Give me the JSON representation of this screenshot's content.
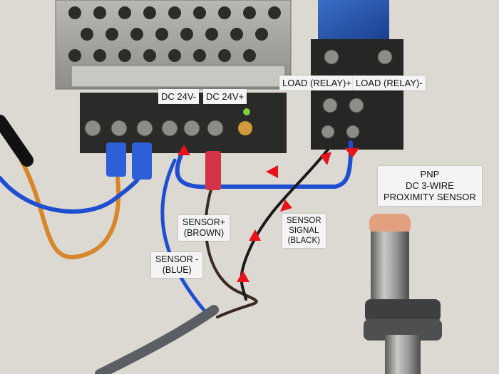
{
  "labels": {
    "dc_minus": "DC 24V-",
    "dc_plus": "DC 24V+",
    "load_plus": "LOAD (RELAY)+",
    "load_minus": "LOAD (RELAY)-",
    "sensor_plus": [
      "SENSOR+",
      "(BROWN)"
    ],
    "sensor_minus": [
      "SENSOR -",
      "(BLUE)"
    ],
    "sensor_signal": [
      "SENSOR",
      "SIGNAL",
      "(BLACK)"
    ],
    "sensor_type": [
      "PNP",
      "DC 3-WIRE",
      "PROXIMITY SENSOR"
    ]
  },
  "colors": {
    "arrow": "#e8121b",
    "wire_blue": "#1f4fd0",
    "wire_brown": "#3a2a20",
    "wire_orange": "#d7862a"
  }
}
